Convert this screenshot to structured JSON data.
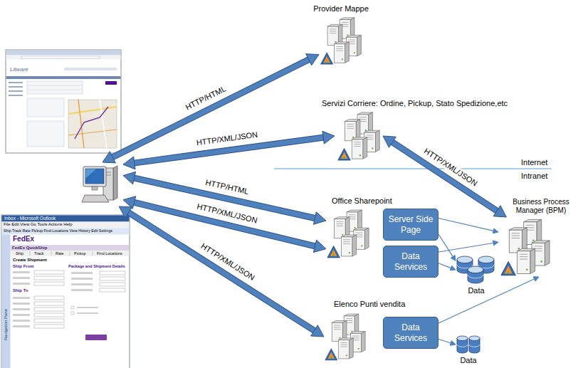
{
  "diagram": {
    "nodes": [
      {
        "text": []
      },
      {
        "text": [
          "Provider Mappe"
        ]
      },
      {
        "text": [
          "Servizi Corriere: Ordine, Pickup, Stato Spedizione,etc"
        ]
      },
      {
        "text": [
          "Office Sharepoint"
        ]
      },
      {
        "text": [
          "Server Side Page"
        ]
      },
      {
        "text": [
          "Data Services"
        ]
      },
      {
        "text": [
          "Elenco Punti vendita"
        ]
      },
      {
        "text": [
          "Data Services"
        ]
      },
      {
        "text": [
          "Business Process Manager (BPM)"
        ]
      },
      {
        "text": [
          "Data"
        ]
      },
      {
        "text": [
          "Data"
        ]
      }
    ],
    "edges": [
      {
        "from": 0,
        "to": 1,
        "arrow": "both",
        "label": "HTTP/HTML"
      },
      {
        "from": 0,
        "to": 2,
        "arrow": "both",
        "label": "HTTP/XML/JSON"
      },
      {
        "from": 0,
        "to": 3,
        "arrow": "both",
        "label": "HTTP/HTML"
      },
      {
        "from": 0,
        "to": 3,
        "arrow": "both",
        "label": "HTTP/XML/JSON"
      },
      {
        "from": 0,
        "to": 6,
        "arrow": "both",
        "label": "HTTP/XML/JSON"
      },
      {
        "from": 2,
        "to": 8,
        "arrow": "both",
        "label": "HTTP/XML/JSON"
      },
      {
        "from": 4,
        "to": 9,
        "arrow": "to"
      },
      {
        "from": 4,
        "to": 8,
        "arrow": "to"
      },
      {
        "from": 5,
        "to": 9,
        "arrow": "to"
      },
      {
        "from": 5,
        "to": 8,
        "arrow": "to"
      },
      {
        "from": 7,
        "to": 8,
        "arrow": "to"
      },
      {
        "from": 7,
        "to": 10,
        "arrow": "to"
      }
    ],
    "labels": [
      "Internet",
      "Intranet",
      "Litware",
      "Inbox - Microsoft Outlook",
      "File Edit View Go Tools Actions Help",
      "Ship Track Rate Pickup Find Locations View History Edit Settings",
      "FedEx",
      "FedEx QuickShip",
      "Ship",
      "Track",
      "Rate",
      "Pickup",
      "Find Locations",
      "Create Shipment",
      "Ship From",
      "Ship To",
      "Package and Shipment Details",
      "Navigation Pane"
    ]
  }
}
